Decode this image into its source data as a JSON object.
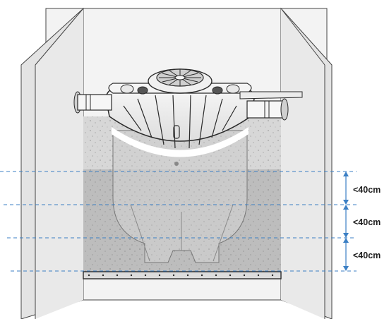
{
  "diagram": {
    "description_labels": [],
    "dimensions": [
      {
        "label": "<40cm"
      },
      {
        "label": "<40cm"
      },
      {
        "label": "<40cm"
      }
    ],
    "colors": {
      "wall": "#ececec",
      "wall_shade": "#d9d9d9",
      "backfill": "#c9c9c9",
      "backfill_dark": "#a9a9a9",
      "tank_body": "#e6e6e6",
      "lid": "#f2f2f2",
      "outline": "#2a2a2a",
      "dash_line": "#3b7fc4",
      "base_slab": "#3a3a3a"
    }
  }
}
